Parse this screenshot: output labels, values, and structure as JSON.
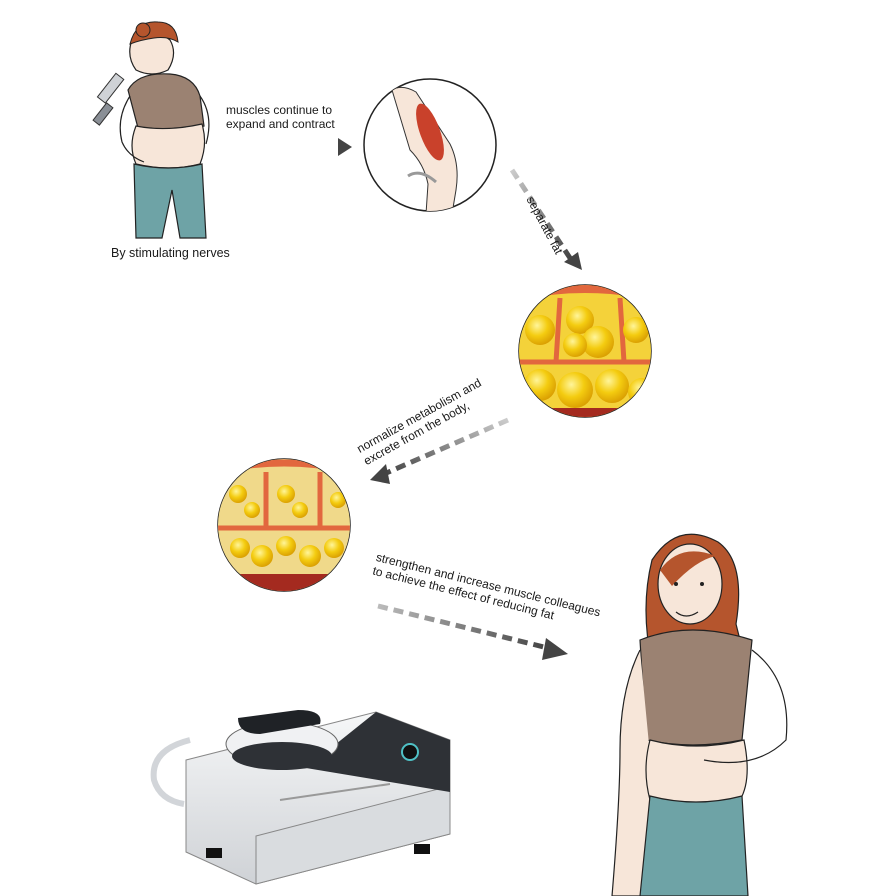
{
  "caption": "By stimulating nerves",
  "steps": [
    {
      "lines": [
        "muscles continue to",
        "expand and contract"
      ]
    },
    {
      "lines": [
        "separate fat"
      ]
    },
    {
      "lines": [
        "normalize metabolism and",
        "excrete from the body,"
      ]
    },
    {
      "lines": [
        "strengthen and increase muscle colleagues",
        "to achieve the effect of reducing fat"
      ]
    }
  ],
  "colors": {
    "arrow": "#4a4a4a",
    "fat_yellow": "#f2c300",
    "fat_membrane": "#e2673e",
    "top_color": "#9b8272",
    "pants_color": "#6ea3a6",
    "skin": "#f7e6d9",
    "hair": "#b5552d",
    "device_body": "#e9eaec",
    "device_dark": "#2e3136"
  }
}
